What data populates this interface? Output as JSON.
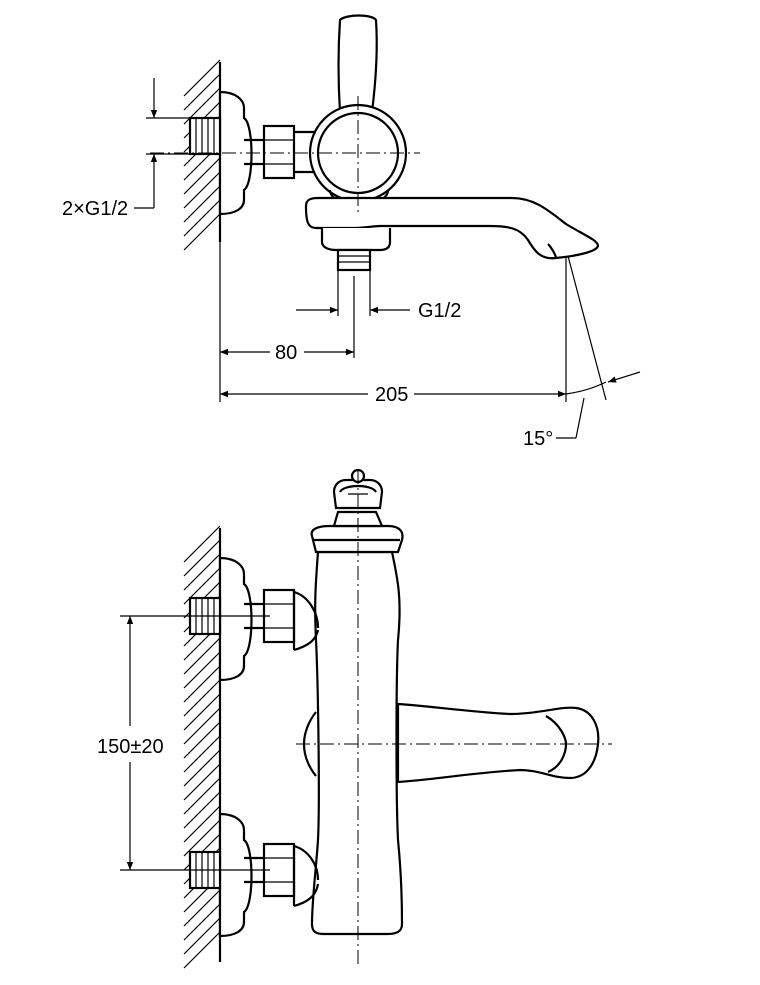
{
  "dimensions": {
    "inlet_thread": "2×G1/2",
    "outlet_thread": "G1/2",
    "inlet_depth": "80",
    "total_projection": "205",
    "spout_angle": "15°",
    "inlet_spacing": "150±20"
  },
  "colors": {
    "line": "#000000",
    "background": "#ffffff"
  }
}
